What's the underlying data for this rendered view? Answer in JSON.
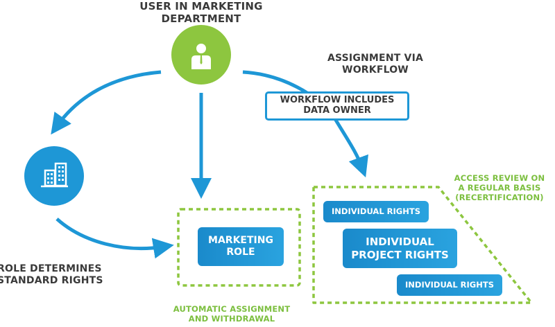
{
  "colors": {
    "blue": "#1e97d6",
    "green": "#8dc63f",
    "text_dark": "#3a3a3a",
    "text_green": "#7cbf3f"
  },
  "nodes": {
    "user": {
      "title_line1": "User in Marketing",
      "title_line2": "Department",
      "icon": "user-icon"
    },
    "organization": {
      "icon": "building-icon"
    }
  },
  "labels": {
    "assignment_via_workflow_line1": "Assignment via",
    "assignment_via_workflow_line2": "Workflow",
    "workflow_includes_line1": "Workflow includes",
    "workflow_includes_line2": "Data owner",
    "role_determines_line1": "Role determines",
    "role_determines_line2": "standard rights",
    "automatic_line1": "Automatic assignment",
    "automatic_line2": "and withdrawal",
    "access_review_line1": "Access review on",
    "access_review_line2": "a regular basis",
    "access_review_line3": "(recertification)"
  },
  "boxes": {
    "marketing_role_line1": "Marketing",
    "marketing_role_line2": "role",
    "individual_rights_1": "Individual rights",
    "project_rights_line1": "Individual",
    "project_rights_line2": "project rights",
    "individual_rights_2": "Individual rights"
  }
}
